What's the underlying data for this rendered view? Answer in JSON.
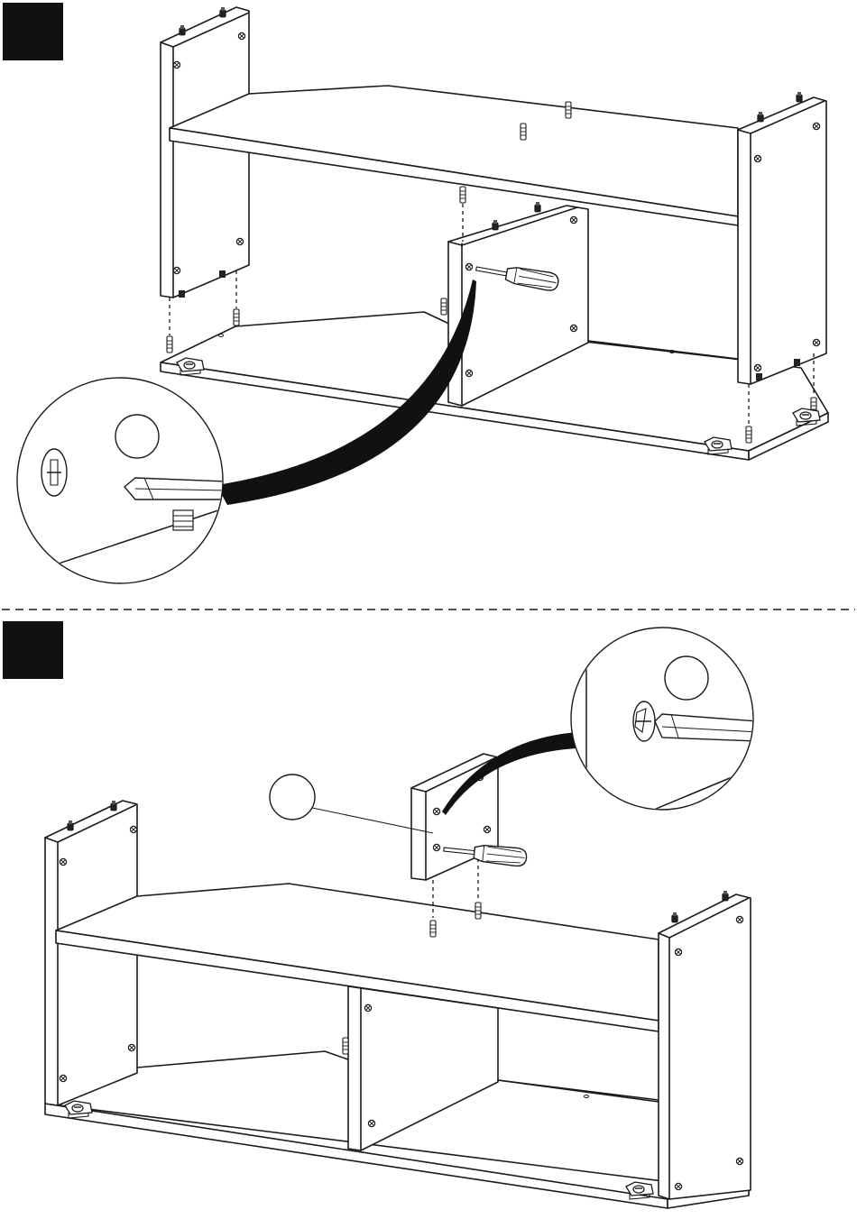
{
  "steps": [
    {
      "id": "step-1",
      "badge": ""
    },
    {
      "id": "step-2",
      "badge": ""
    }
  ],
  "callouts": [
    {
      "id": "callout-1",
      "label": ""
    },
    {
      "id": "callout-2",
      "label": ""
    },
    {
      "id": "callout-3",
      "label": ""
    }
  ],
  "icons": {
    "screwdriver": "screwdriver-icon",
    "screw_head": "phillips-screw-icon",
    "dowel": "wooden-dowel-icon",
    "cam_lock": "cam-lock-icon"
  },
  "colors": {
    "ink": "#1a1a1a",
    "paper": "#ffffff",
    "badge": "#000000"
  }
}
